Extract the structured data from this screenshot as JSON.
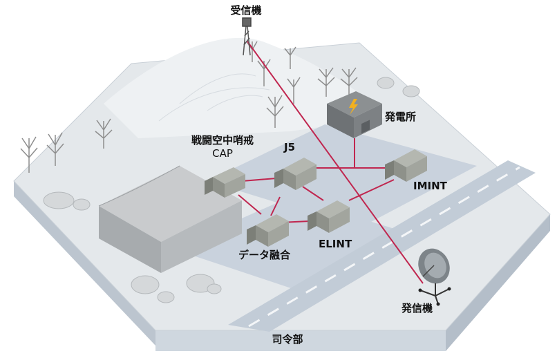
{
  "labels": {
    "receiver": "受信機",
    "power_station": "発電所",
    "cap_jp": "戦闘空中哨戒",
    "cap_en": "CAP",
    "j5": "J5",
    "imint": "IMINT",
    "elint": "ELINT",
    "data_fusion": "データ融合",
    "transmitter": "発信機",
    "headquarters": "司令部"
  },
  "colors": {
    "link_line": "#c0264f",
    "ground": "#e6e9ec",
    "pad": "#c7d0dc",
    "base_front": "#d3dae2",
    "base_side": "#bdc6d0"
  },
  "icons": [
    "antenna-tower-icon",
    "power-station-icon",
    "lightning-icon",
    "truck-icon",
    "satellite-dish-icon",
    "tree-icon",
    "shrub-icon",
    "hangar-icon"
  ]
}
